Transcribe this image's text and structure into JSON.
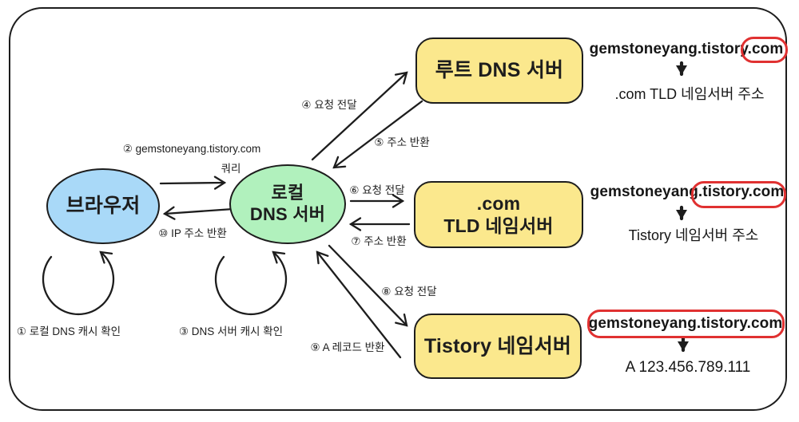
{
  "nodes": {
    "browser": {
      "label": "브라우저"
    },
    "local_dns": {
      "line1": "로컬",
      "line2": "DNS 서버"
    },
    "root_dns": {
      "label": "루트 DNS 서버"
    },
    "tld": {
      "line1": ".com",
      "line2": "TLD 네임서버"
    },
    "tistory": {
      "label": "Tistory 네임서버"
    }
  },
  "steps": {
    "s1": "① 로컬 DNS 캐시 확인",
    "s2_domain": "② gemstoneyang.tistory.com",
    "s2_query": "쿼리",
    "s3": "③ DNS 서버 캐시 확인",
    "s4": "④ 요청 전달",
    "s5": "⑤ 주소 반환",
    "s6": "⑥ 요청 전달",
    "s7": "⑦ 주소 반환",
    "s8": "⑧ 요청 전달",
    "s9": "⑨ A 레코드 반환",
    "s10": "⑩ IP 주소 반환"
  },
  "annotations": {
    "a1": {
      "domain": "gemstoneyang.tistory.com",
      "highlighted_part": ".com",
      "result": ".com TLD 네임서버 주소"
    },
    "a2": {
      "domain": "gemstoneyang.tistory.com",
      "highlighted_part": "tistory.com",
      "result": "Tistory 네임서버 주소"
    },
    "a3": {
      "domain": "gemstoneyang.tistory.com",
      "highlighted_part": "gemstoneyang.tistory.com",
      "result": "A 123.456.789.111"
    }
  },
  "colors": {
    "browser_fill": "#a9d9f8",
    "local_dns_fill": "#b1f1bd",
    "server_fill": "#fbe88d",
    "outline": "#1d1d1d",
    "highlight_red": "#e03131"
  }
}
